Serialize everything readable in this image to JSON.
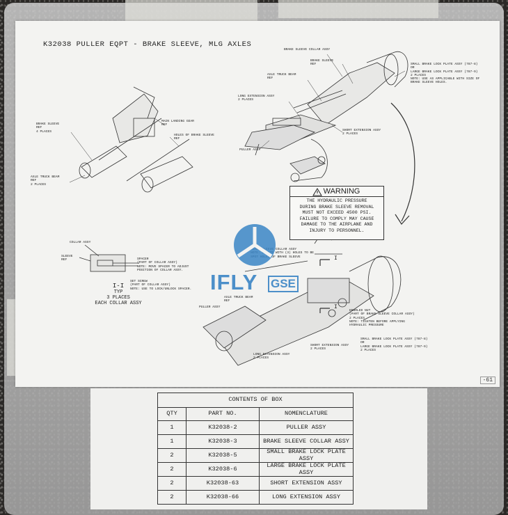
{
  "title": "K32038 PULLER EQPT - BRAKE SLEEVE, MLG AXLES",
  "labels": {
    "brake_sleeve_collar_top": "BRAKE SLEEVE COLLAR ASSY",
    "brake_sleeve_top": "BRAKE SLEEVE\nREF",
    "axle_truck_beam_top": "AXLE TRUCK BEAM\nREF",
    "long_ext_top": "LONG EXTENSION ASSY\n2 PLACES",
    "lock_plate_top": "SMALL BRAKE LOCK PLATE ASSY (787-8)\nOR\nLARGE BRAKE LOCK PLATE ASSY (787-9)\n2 PLACES\nNOTE: USE AS APPLICABLE WITH SIZE OF\nBRAKE SLEEVE HOLES.",
    "short_ext_top": "SHORT EXTENSION ASSY\n2 PLACES",
    "puller_top": "PULLER ASSY",
    "brake_sleeve_left": "BRAKE SLEEVE\nREF\n4 PLACES",
    "main_landing_gear": "MAIN LANDING GEAR\nREF",
    "holes": "HOLES OF BRAKE SLEEVE\nREF",
    "axle_truck_beam_left": "AXLE TRUCK BEAM\nREF\n2 PLACES",
    "collar_assy": "COLLAR ASSY",
    "sleeve_ref": "SLEEVE\nREF",
    "spacer": "SPACER\n(PART OF COLLAR ASSY)\nNOTE: MOVE SPACER TO ADJUST\nPOSITION OF COLLAR ASSY.",
    "set_screw": "SET SCREW\n(PART OF COLLAR ASSY)\nNOTE: USE TO LOCK/UNLOCK SPACER.",
    "brake_sleeve_collar_bottom": "BRAKE SLEEVE COLLAR ASSY\nNOTE: LOCATE WITH (3) HOLES TO BE\nSPOT HOLES OF BRAKE SLEEVE",
    "axle_truck_beam_bottom": "AXLE TRUCK BEAM\nREF",
    "puller_bottom": "PULLER ASSY",
    "knurled_nut": "KNURLED NUT\n(PART OF BRAKE SLEEVE COLLAR ASSY)\n2 PLACES\nNOTE: TIGHTEN BEFORE APPLYING\nHYDRAULIC PRESSURE",
    "lock_plate_bottom": "SMALL BRAKE LOCK PLATE ASSY (787-8)\nOR\nLARGE BRAKE LOCK PLATE ASSY (787-9)\n2 PLACES",
    "short_ext_bottom": "SHORT EXTENSION ASSY\n2 PLACES",
    "long_ext_bottom": "LONG EXTENSION ASSY\n2 PLACES",
    "section_marker": "I"
  },
  "section": {
    "name": "I-I",
    "typ": "TYP",
    "places": "3 PLACES",
    "each": "EACH COLLAR ASSY"
  },
  "warning": {
    "heading": "WARNING",
    "body": "THE HYDRAULIC PRESSURE\nDURING BRAKE SLEEVE REMOVAL\nMUST NOT EXCEED 4500 PSI.\nFAILURE TO COMPLY MAY CAUSE\nDAMAGE TO THE AIRPLANE AND\nINJURY TO PERSONNEL."
  },
  "page_number": "-61",
  "watermark": {
    "text": "IFLY",
    "sub": "GSE",
    "color": "#3a85c5"
  },
  "contents": {
    "caption": "CONTENTS OF BOX",
    "headers": [
      "QTY",
      "PART NO.",
      "NOMENCLATURE"
    ],
    "rows": [
      [
        "1",
        "K32038-2",
        "PULLER ASSY"
      ],
      [
        "1",
        "K32038-3",
        "BRAKE SLEEVE COLLAR ASSY"
      ],
      [
        "2",
        "K32038-5",
        "SMALL BRAKE LOCK PLATE ASSY"
      ],
      [
        "2",
        "K32038-6",
        "LARGE BRAKE LOCK PLATE ASSY"
      ],
      [
        "2",
        "K32038-63",
        "SHORT EXTENSION ASSY"
      ],
      [
        "2",
        "K32038-66",
        "LONG EXTENSION ASSY"
      ]
    ]
  }
}
